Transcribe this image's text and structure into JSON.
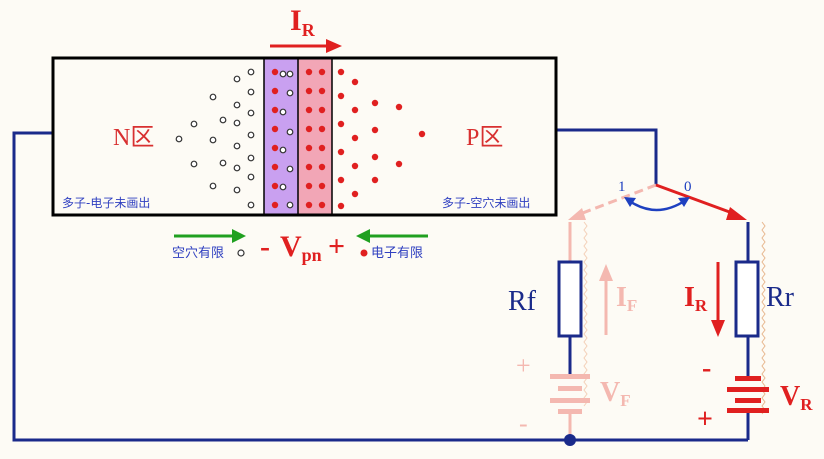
{
  "labels": {
    "ir_top_main": "I",
    "ir_top_sub": "R",
    "n_region": "N区",
    "p_region": "P区",
    "n_note": "多子-电子未画出",
    "p_note": "多子-空穴未画出",
    "holes_limited": "空穴有限",
    "electrons_limited": "电子有限",
    "vpn_minus": "-",
    "vpn_main": "V",
    "vpn_sub": "pn",
    "vpn_plus": "+",
    "switch_pos1": "1",
    "switch_pos0": "0",
    "rf": "Rf",
    "rr": "Rr",
    "if_main": "I",
    "if_sub": "F",
    "ir_main": "I",
    "ir_sub": "R",
    "vf_main": "V",
    "vf_sub": "F",
    "vr_main": "V",
    "vr_sub": "R",
    "vf_plus": "+",
    "vf_minus": "-",
    "vr_minus": "-",
    "vr_plus": "+"
  },
  "colors": {
    "wire": "#1a2a8a",
    "red": "#e02020",
    "faded": "#f4b8b0",
    "green": "#20a020",
    "nlabel": "#d83030",
    "note": "#3040c0",
    "depletion_n": "#c9a0f0",
    "depletion_p": "#f2a6b6"
  }
}
